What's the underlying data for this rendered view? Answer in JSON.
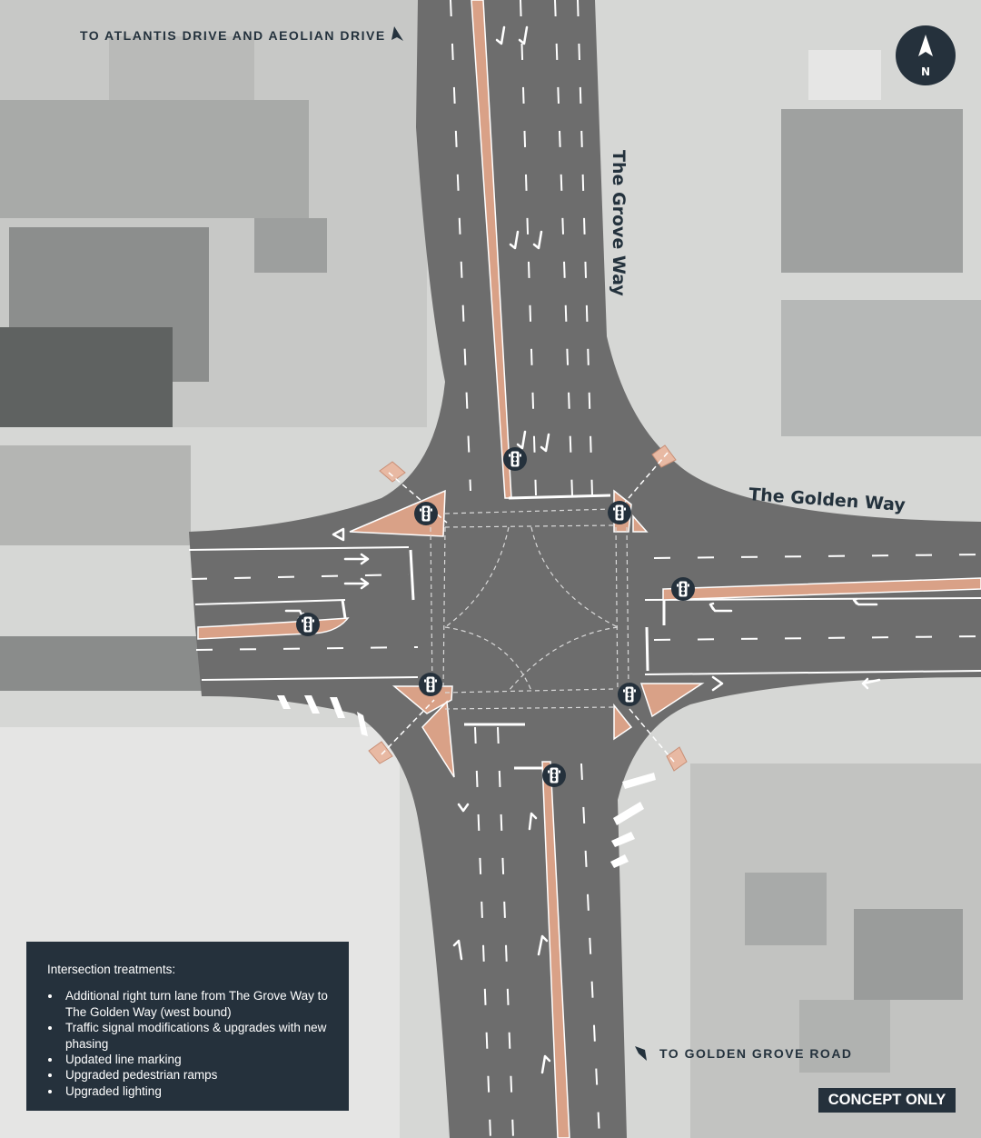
{
  "map": {
    "destination_north": "TO ATLANTIS DRIVE AND AEOLIAN DRIVE",
    "destination_south": "TO GOLDEN GROVE ROAD",
    "road_label_vertical": "The Grove Way",
    "road_label_horizontal": "The Golden Way",
    "compass_letter": "N"
  },
  "legend": {
    "heading": "Intersection treatments:",
    "items": [
      "Additional right turn lane from The Grove Way to The Golden Way (west bound)",
      "Traffic signal modifications & upgrades with new phasing",
      "Updated line marking",
      "Upgraded pedestrian ramps",
      "Upgraded lighting"
    ]
  },
  "badge": {
    "concept_label": "CONCEPT ONLY"
  },
  "colors": {
    "road": "#6d6d6d",
    "median": "#d9a187",
    "panel": "#25313c",
    "background": "#d3d4d2"
  },
  "icons": [
    "compass-icon",
    "traffic-signal-icon",
    "direction-arrow-icon"
  ]
}
